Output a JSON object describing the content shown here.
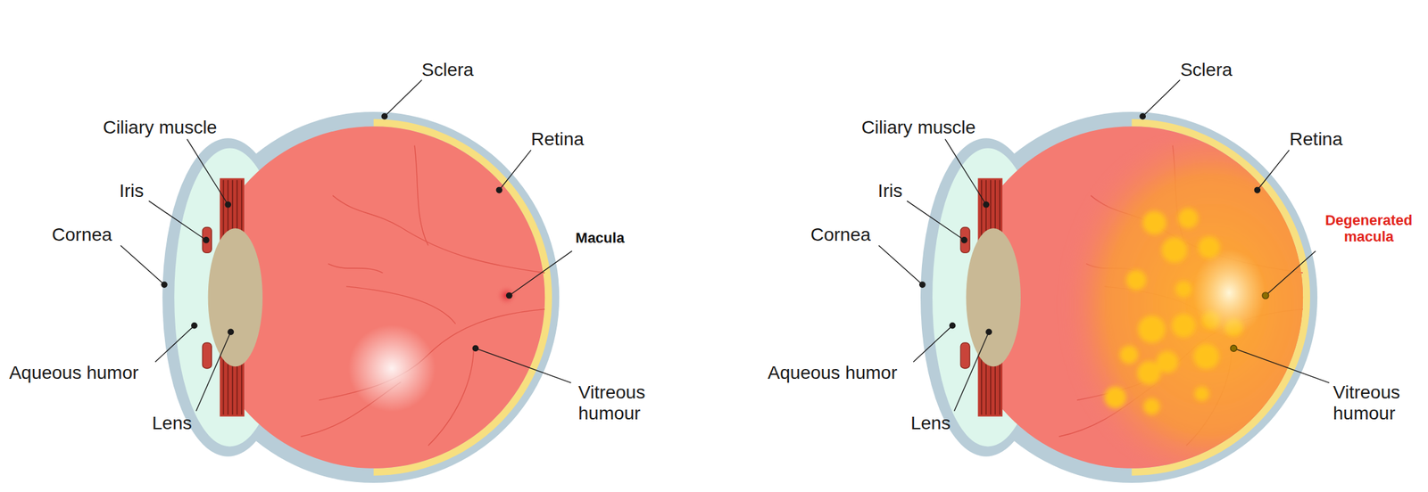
{
  "diagram": {
    "labels": [
      "Sclera",
      "Ciliary muscle",
      "Retina",
      "Iris",
      "Macula",
      "Cornea",
      "Aqueous humor",
      "Lens",
      "Vitreous humour",
      "Sclera",
      "Ciliary muscle",
      "Retina",
      "Iris",
      "Degenerated macula",
      "Cornea",
      "Aqueous humor",
      "Lens",
      "Vitreous humour"
    ]
  }
}
